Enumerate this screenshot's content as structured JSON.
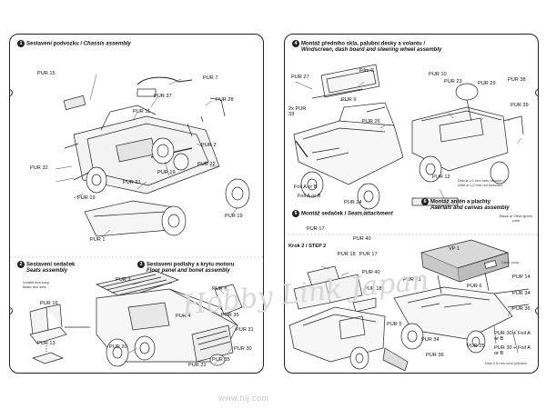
{
  "left_page": {
    "sections": [
      {
        "num": "1",
        "title_cs": "Sestavení podvozku",
        "title_en": "Chassis assembly"
      },
      {
        "num": "2",
        "title_cs": "Sestavení sedaček",
        "title_en": "Seats assembly"
      },
      {
        "num": "3",
        "title_cs": "Sestavení podlahy a krytu motoru",
        "title_en": "Floor panel and bonet  assembly"
      }
    ],
    "part_labels": [
      "PUR 7",
      "PUR 15",
      "PUR 37",
      "PUR 11",
      "PUR 28",
      "PUR 2",
      "PUR 32",
      "PUR 21",
      "PUR 19",
      "PUR 22",
      "PUR 19",
      "PUR 19",
      "PUR 1",
      "PUR 3",
      "PUR 8",
      "PUR 4",
      "PUR 35",
      "PUR 31",
      "PUR 20",
      "PUR 30",
      "PUR 31",
      "PUR 35",
      "PUR 16",
      "PUR 13"
    ],
    "seat_note": [
      "Vzdálit dva kusy",
      "Make two sets"
    ]
  },
  "right_page": {
    "sections": [
      {
        "num": "4",
        "title_cs": "Montáž předního skla, palubní desky a volantu /",
        "title_en": "Windscreen, dash board and steering wheel assembly"
      },
      {
        "num": "5",
        "title_cs": "Montáž sedaček /",
        "title_en": "Seats attachment"
      },
      {
        "num": "6",
        "title_cs": "Montáž antén a plachty",
        "title_en": "Aaerials and canvas assembly"
      }
    ],
    "step_label": "Krok 2 / STEP 2",
    "part_labels": [
      "PUR 27",
      "Film C",
      "PUR 9",
      "2x PUR 33",
      "PUR 26",
      "PUR 10",
      "PUR 23",
      "PUR 29",
      "PUR 38",
      "PUR 39",
      "PUR 12",
      "Foil A or B",
      "PUR 24",
      "PUR 17",
      "PUR 40",
      "PUR 18",
      "PUR 17",
      "PUR 40",
      "PUR 18",
      "PUR 5",
      "PUR 34",
      "PUR 36",
      "PUR 25",
      "PUR 14",
      "PUR 34",
      "PUR 6",
      "PUR 36",
      "PUR 30 + Foil A or B",
      "PUR 30 + Foil A or B",
      "Foil A or B",
      "VP 1",
      "PUR 31"
    ],
    "notes": [
      "Black or Olive green color",
      "Clear color",
      "Drát ø 1,0 mm není přiložen / Wire ø 1,0 mm not included",
      "Drát 0,5 mm není přiložen"
    ]
  },
  "watermark": {
    "text": "Hobby Link Japan",
    "url": "www.hlj.com"
  }
}
